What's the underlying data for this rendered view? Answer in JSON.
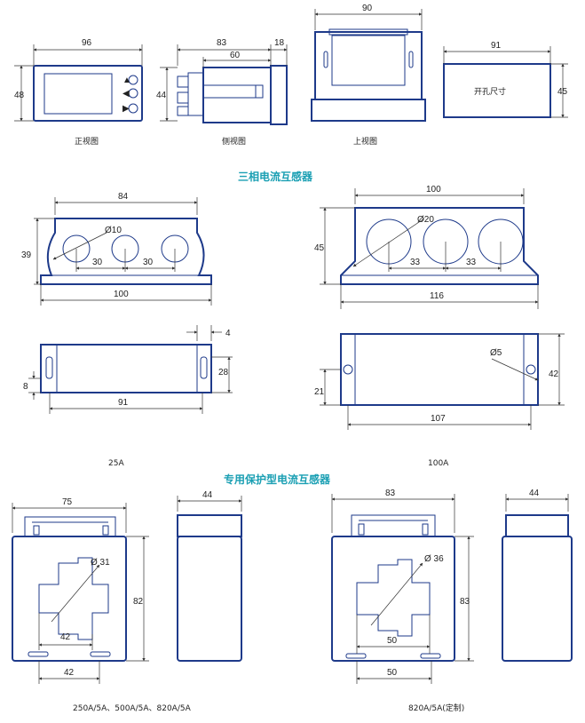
{
  "colors": {
    "outline": "#1e3a8a",
    "heading": "#1a9fb3",
    "dimension": "#333333"
  },
  "meter": {
    "front": {
      "width": "96",
      "height": "48",
      "caption": "正视图"
    },
    "side": {
      "depth": "83",
      "bezel": "18",
      "body": "60",
      "height": "44",
      "caption": "侧视图"
    },
    "top": {
      "width": "90",
      "caption": "上视图"
    },
    "cutout": {
      "width": "91",
      "height": "45",
      "label": "开孔尺寸"
    }
  },
  "three_phase": {
    "heading": "三相电流互感器",
    "ct25": {
      "top_width": "84",
      "hole_dia": "Ø10",
      "height": "39",
      "pitch_1": "30",
      "pitch_2": "30",
      "base_width": "100",
      "side_slot": "4",
      "side_height": "28",
      "slot_offset": "8",
      "side_length": "91",
      "caption": "25A"
    },
    "ct100": {
      "top_width": "100",
      "hole_dia": "Ø20",
      "height": "45",
      "pitch_1": "33",
      "pitch_2": "33",
      "base_width": "116",
      "mount_hole": "Ø5",
      "side_height": "42",
      "hole_offset": "21",
      "side_length": "107",
      "caption": "100A"
    }
  },
  "protective": {
    "heading": "专用保护型电流互感器",
    "small": {
      "width": "75",
      "depth": "44",
      "window_dia": "Ø 31",
      "height": "82",
      "window_width": "42",
      "slot_pitch": "42",
      "caption": "250A/5A、500A/5A、820A/5A"
    },
    "large": {
      "width": "83",
      "depth": "44",
      "window_dia": "Ø 36",
      "height": "83",
      "window_width": "50",
      "slot_pitch": "50",
      "caption": "820A/5A(定制)"
    }
  }
}
